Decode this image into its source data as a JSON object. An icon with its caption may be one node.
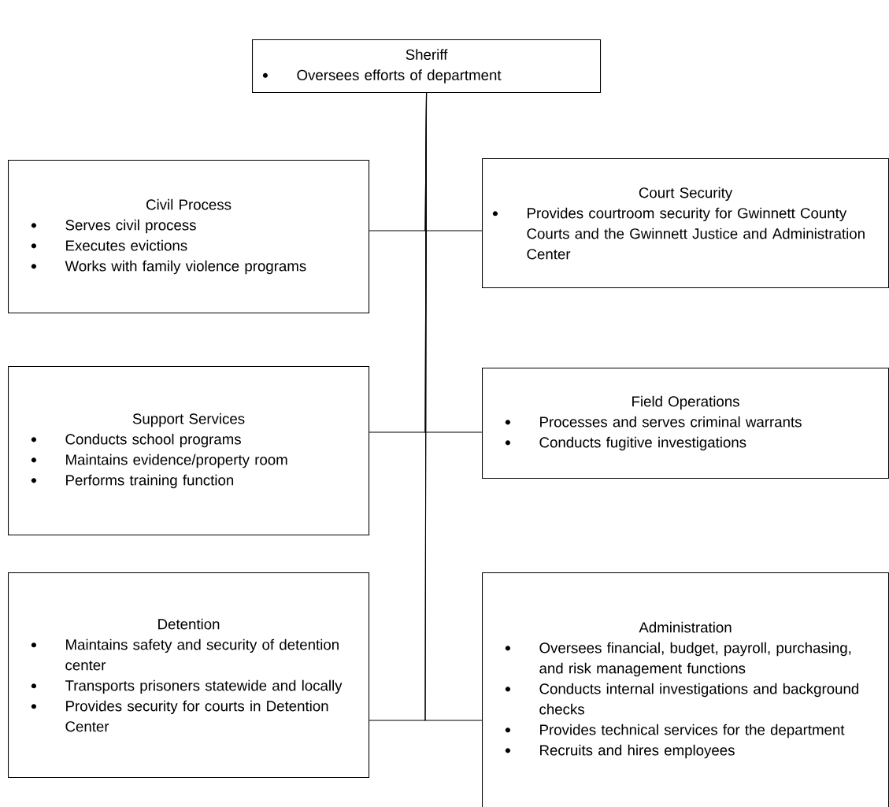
{
  "diagram": {
    "nodes": [
      {
        "text": [
          "Sheriff",
          "Oversees efforts of department"
        ]
      },
      {
        "text": [
          "Civil Process",
          "Serves civil process",
          "Executes evictions",
          "Works with family violence programs"
        ]
      },
      {
        "text": [
          "Court Security",
          "Provides courtroom security for Gwinnett County Courts and the Gwinnett Justice and Administration Center"
        ]
      },
      {
        "text": [
          "Support Services",
          "Conducts school programs",
          "Maintains evidence/property room",
          "Performs training function"
        ]
      },
      {
        "text": [
          "Field Operations",
          "Processes and serves criminal warrants",
          "Conducts fugitive investigations"
        ]
      },
      {
        "text": [
          "Detention",
          "Maintains safety and security of detention center",
          "Transports prisoners statewide and locally",
          "Provides security for courts in Detention Center"
        ]
      },
      {
        "text": [
          "Administration",
          "Oversees financial, budget, payroll, purchasing, and risk management functions",
          "Conducts internal investigations and background checks",
          "Provides technical services for the department",
          "Recruits and hires employees"
        ]
      }
    ],
    "edges": [
      {
        "from": 0,
        "to": 1,
        "arrow": "none"
      },
      {
        "from": 0,
        "to": 2,
        "arrow": "none"
      },
      {
        "from": 0,
        "to": 3,
        "arrow": "none"
      },
      {
        "from": 0,
        "to": 4,
        "arrow": "none"
      },
      {
        "from": 0,
        "to": 5,
        "arrow": "none"
      },
      {
        "from": 0,
        "to": 6,
        "arrow": "none"
      }
    ]
  }
}
